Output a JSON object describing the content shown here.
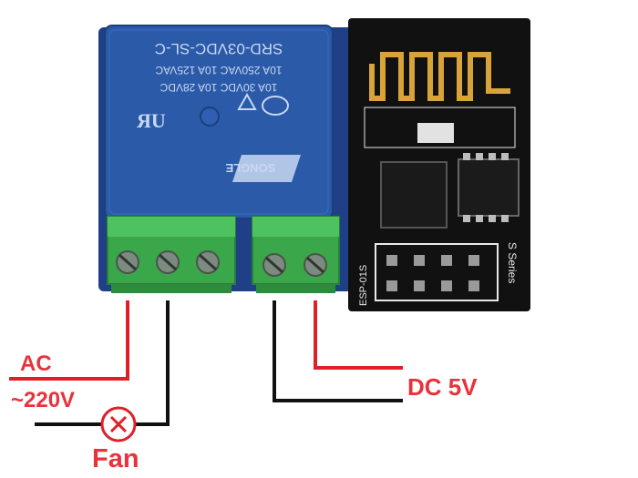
{
  "relay": {
    "model": "SRD-03VDC-SL-C",
    "rating_1": "10A 250VAC  10A 125VAC",
    "rating_2": "10A 30VDC  10A 28VDC",
    "brand": "SONGLE"
  },
  "esp_module": {
    "name": "ESP-01S",
    "series": "S Series"
  },
  "labels": {
    "ac": "AC",
    "ac_voltage": "~220V",
    "dc": "DC 5V",
    "fan": "Fan"
  },
  "colors": {
    "relay_blue": "#2a5aa8",
    "pcb_blue": "#1f3f86",
    "terminal_green": "#3aa84a",
    "esp_black": "#111111",
    "wire_red": "#e02028",
    "wire_black": "#111111",
    "label_red": "#e8323c"
  }
}
